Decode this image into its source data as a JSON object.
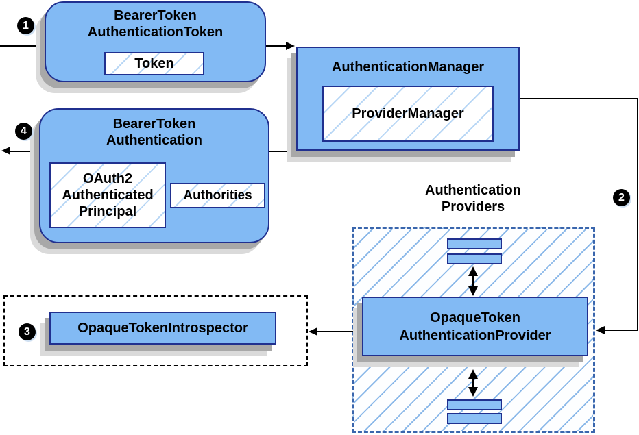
{
  "badges": {
    "step1": "1",
    "step2": "2",
    "step3": "3",
    "step4": "4"
  },
  "nodes": {
    "bearer_token_authentication_token": {
      "title_line1": "BearerToken",
      "title_line2": "AuthenticationToken",
      "token_label": "Token"
    },
    "authentication_manager": {
      "title": "AuthenticationManager",
      "provider_manager_label": "ProviderManager"
    },
    "bearer_token_authentication": {
      "title_line1": "BearerToken",
      "title_line2": "Authentication",
      "principal_line1": "OAuth2",
      "principal_line2": "Authenticated",
      "principal_line3": "Principal",
      "authorities_label": "Authorities"
    },
    "introspector": {
      "label": "OpaqueTokenIntrospector"
    },
    "providers_group": {
      "label_line1": "Authentication",
      "label_line2": "Providers",
      "provider_line1": "OpaqueToken",
      "provider_line2": "AuthenticationProvider"
    }
  },
  "colors": {
    "node_fill": "#82baf4",
    "node_border": "#20308f",
    "hatch_line_light": "#b9d7f5",
    "hatch_line_group": "#8cb9e9",
    "group_dash_border": "#3a66ad",
    "shadow_dark": "#a8a8a8",
    "shadow_light": "#dadada",
    "connector": "#000000"
  }
}
